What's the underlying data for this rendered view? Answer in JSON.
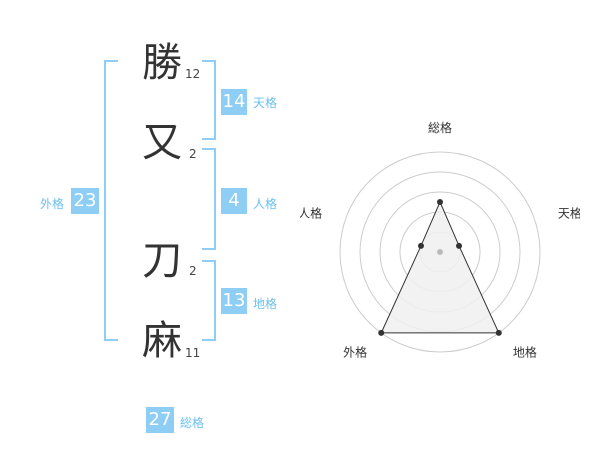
{
  "name": {
    "chars": [
      {
        "char": "勝",
        "strokes": "12"
      },
      {
        "char": "又",
        "strokes": "2"
      },
      {
        "char": "刀",
        "strokes": "2"
      },
      {
        "char": "麻",
        "strokes": "11"
      }
    ]
  },
  "grids": {
    "tenkaku": {
      "value": "14",
      "label": "天格"
    },
    "jinkaku": {
      "value": "4",
      "label": "人格"
    },
    "chikaku": {
      "value": "13",
      "label": "地格"
    },
    "gaikaku": {
      "value": "23",
      "label": "外格"
    },
    "soukaku": {
      "value": "27",
      "label": "総格"
    }
  },
  "radar": {
    "axes": [
      {
        "label": "総格",
        "value": 0.5
      },
      {
        "label": "天格",
        "value": 0.2
      },
      {
        "label": "地格",
        "value": 1.0
      },
      {
        "label": "外格",
        "value": 1.0
      },
      {
        "label": "人格",
        "value": 0.2
      }
    ],
    "rings": 5,
    "colors": {
      "grid": "#cccccc",
      "fill": "#f0f0f0",
      "line": "#333333",
      "point": "#333333",
      "center": "#bbbbbb"
    }
  }
}
